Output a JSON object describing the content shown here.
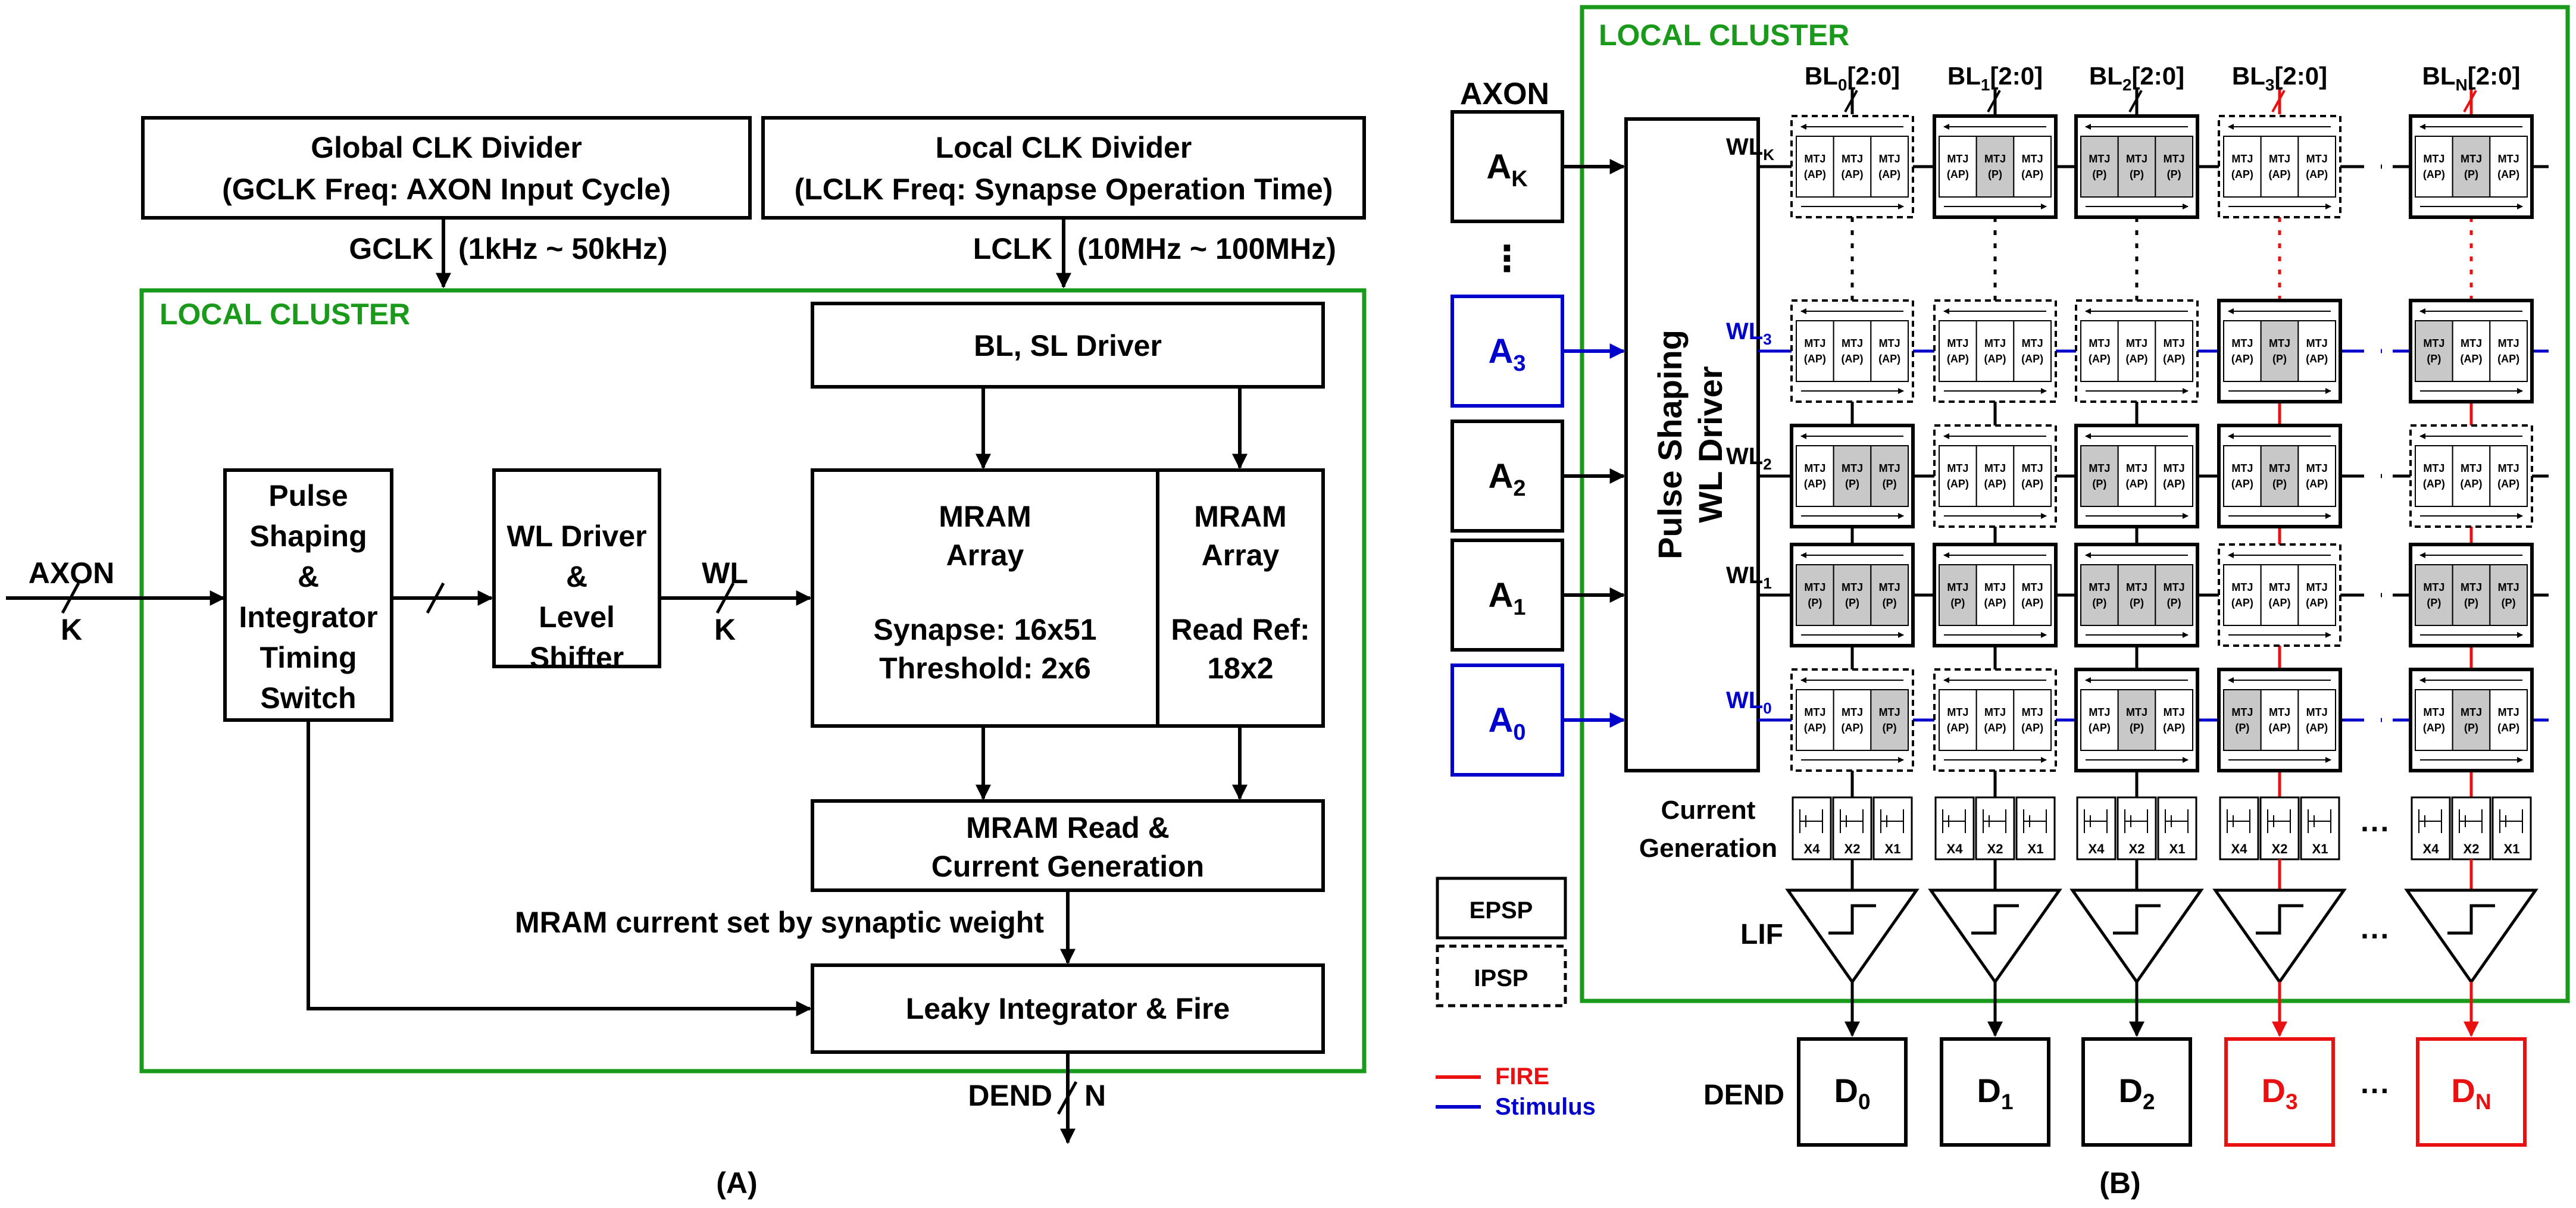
{
  "colors": {
    "black": "#000000",
    "green": "#1a9a1a",
    "blue": "#0000cc",
    "red": "#e81010",
    "gray": "#c8c8c8"
  },
  "panel_a": {
    "caption": "(A)",
    "global_clk": {
      "line1": "Global CLK Divider",
      "line2": "(GCLK Freq: AXON Input Cycle)"
    },
    "local_clk": {
      "line1": "Local CLK Divider",
      "line2": "(LCLK Freq: Synapse Operation Time)"
    },
    "gclk_label": "GCLK",
    "gclk_range": "(1kHz ~ 50kHz)",
    "lclk_label": "LCLK",
    "lclk_range": "(10MHz ~ 100MHz)",
    "cluster_title": "LOCAL CLUSTER",
    "bl_sl_driver": "BL, SL Driver",
    "axon_label": "AXON",
    "axon_k": "K",
    "pulse_shaping": [
      "Pulse",
      "Shaping",
      "&",
      "Integrator",
      "Timing",
      "Switch"
    ],
    "wl_driver": [
      "WL Driver",
      "&",
      "Level",
      "Shifter"
    ],
    "wl_label": "WL",
    "wl_k": "K",
    "mram_main": {
      "line1": "MRAM",
      "line2": "Array",
      "line3": "Synapse: 16x51",
      "line4": "Threshold: 2x6"
    },
    "mram_ref": {
      "line1": "MRAM",
      "line2": "Array",
      "line3": "Read Ref:",
      "line4": "18x2"
    },
    "mram_read": {
      "line1": "MRAM Read &",
      "line2": "Current Generation"
    },
    "mram_current_note": "MRAM current set by synaptic weight",
    "leaky": "Leaky Integrator & Fire",
    "dend_label": "DEND",
    "dend_n": "N"
  },
  "panel_b": {
    "caption": "(B)",
    "cluster_title": "LOCAL CLUSTER",
    "axon_title": "AXON",
    "axons": [
      {
        "main": "A",
        "sub": "K",
        "stim": false
      },
      {
        "main": "A",
        "sub": "3",
        "stim": true
      },
      {
        "main": "A",
        "sub": "2",
        "stim": false
      },
      {
        "main": "A",
        "sub": "1",
        "stim": false
      },
      {
        "main": "A",
        "sub": "0",
        "stim": true
      }
    ],
    "axon_vdots": "⋮",
    "pulse_wl_driver": {
      "line1": "Pulse Shaping",
      "line2": "WL Driver"
    },
    "wl_labels": [
      {
        "main": "WL",
        "sub": "K",
        "stim": false
      },
      {
        "main": "WL",
        "sub": "3",
        "stim": true
      },
      {
        "main": "WL",
        "sub": "2",
        "stim": false
      },
      {
        "main": "WL",
        "sub": "1",
        "stim": false
      },
      {
        "main": "WL",
        "sub": "0",
        "stim": true
      }
    ],
    "bl_labels": [
      {
        "main": "BL",
        "sub": "0",
        "suffix": "[2:0]",
        "fire": false
      },
      {
        "main": "BL",
        "sub": "1",
        "suffix": "[2:0]",
        "fire": false
      },
      {
        "main": "BL",
        "sub": "2",
        "suffix": "[2:0]",
        "fire": false
      },
      {
        "main": "BL",
        "sub": "3",
        "suffix": "[2:0]",
        "fire": true
      },
      {
        "main": "BL",
        "sub": "N",
        "suffix": "[2:0]",
        "fire": true
      }
    ],
    "cell_grid": [
      [
        [
          "ipsp",
          "AP",
          "AP",
          "AP"
        ],
        [
          "epsp",
          "AP",
          "P",
          "AP"
        ],
        [
          "epsp",
          "P",
          "P",
          "P"
        ],
        [
          "ipsp",
          "AP",
          "AP",
          "AP"
        ],
        [
          "epsp",
          "AP",
          "P",
          "AP"
        ]
      ],
      [
        [
          "ipsp",
          "AP",
          "AP",
          "AP"
        ],
        [
          "ipsp",
          "AP",
          "AP",
          "AP"
        ],
        [
          "ipsp",
          "AP",
          "AP",
          "AP"
        ],
        [
          "epsp",
          "AP",
          "P",
          "AP"
        ],
        [
          "epsp",
          "P",
          "AP",
          "AP"
        ]
      ],
      [
        [
          "epsp",
          "AP",
          "P",
          "P"
        ],
        [
          "ipsp",
          "AP",
          "AP",
          "AP"
        ],
        [
          "epsp",
          "P",
          "AP",
          "AP"
        ],
        [
          "epsp",
          "AP",
          "P",
          "AP"
        ],
        [
          "ipsp",
          "AP",
          "AP",
          "AP"
        ]
      ],
      [
        [
          "epsp",
          "P",
          "P",
          "P"
        ],
        [
          "epsp",
          "P",
          "AP",
          "AP"
        ],
        [
          "epsp",
          "P",
          "P",
          "P"
        ],
        [
          "ipsp",
          "AP",
          "AP",
          "AP"
        ],
        [
          "epsp",
          "P",
          "P",
          "P"
        ]
      ],
      [
        [
          "ipsp",
          "AP",
          "AP",
          "P"
        ],
        [
          "ipsp",
          "AP",
          "AP",
          "AP"
        ],
        [
          "epsp",
          "AP",
          "P",
          "AP"
        ],
        [
          "epsp",
          "P",
          "AP",
          "AP"
        ],
        [
          "epsp",
          "AP",
          "P",
          "AP"
        ]
      ]
    ],
    "mtj_label": "MTJ",
    "current_generation": {
      "line1": "Current",
      "line2": "Generation"
    },
    "cg_multipliers": [
      "X4",
      "X2",
      "X1"
    ],
    "lif_label": "LIF",
    "dend_title": "DEND",
    "dends": [
      {
        "main": "D",
        "sub": "0",
        "fire": false
      },
      {
        "main": "D",
        "sub": "1",
        "fire": false
      },
      {
        "main": "D",
        "sub": "2",
        "fire": false
      },
      {
        "main": "D",
        "sub": "3",
        "fire": true
      },
      {
        "main": "D",
        "sub": "N",
        "fire": true
      }
    ],
    "hdots": "···",
    "legend": {
      "epsp": "EPSP",
      "ipsp": "IPSP",
      "fire": "FIRE",
      "stimulus": "Stimulus"
    }
  }
}
